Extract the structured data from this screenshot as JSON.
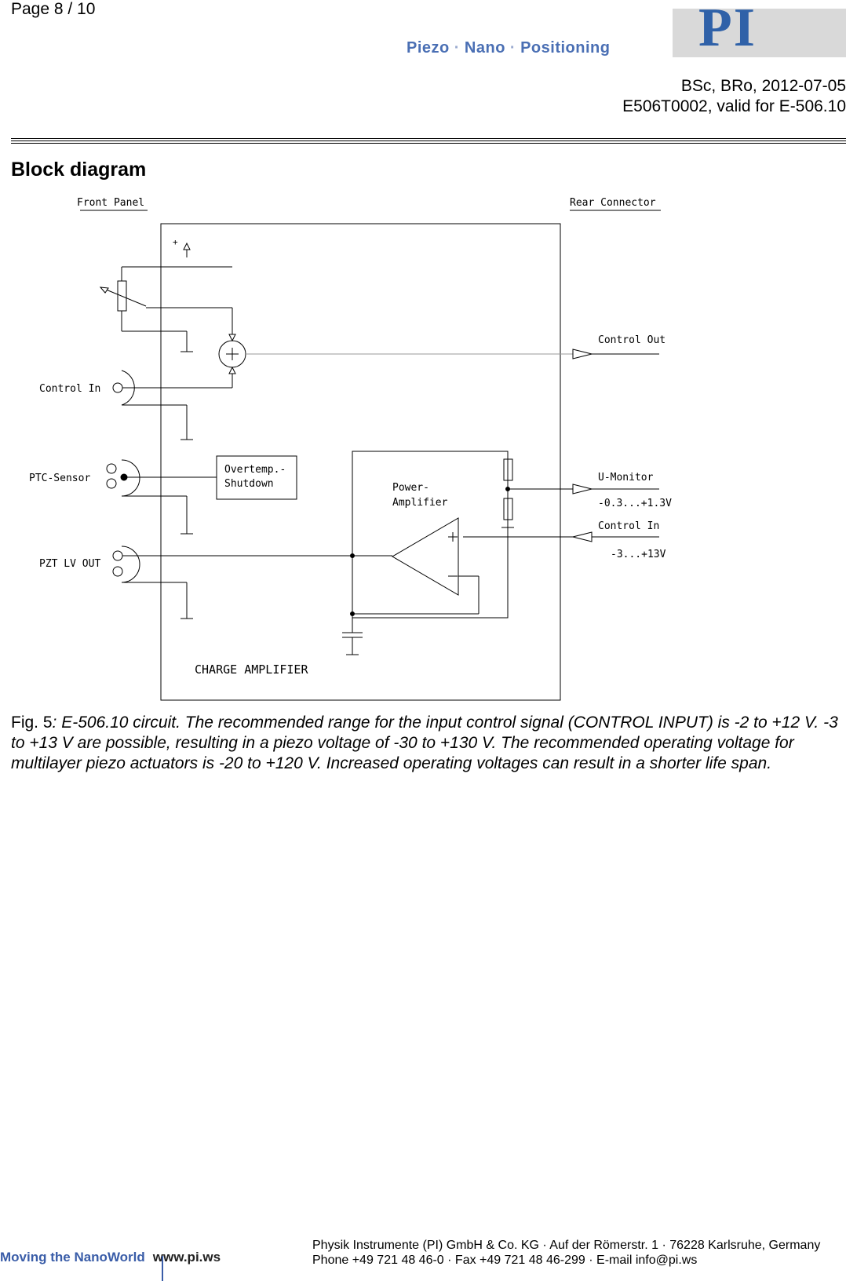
{
  "header": {
    "page_number": "Page 8 / 10",
    "logo_tagline": [
      "Piezo",
      "Nano",
      "Positioning"
    ],
    "logo_mark": "PI",
    "author_date": "BSc, BRo, 2012-07-05",
    "document_id": "E506T0002, valid for E-506.10"
  },
  "section": {
    "title": "Block diagram"
  },
  "diagram": {
    "front_panel": "Front Panel",
    "rear_connector": "Rear Connector",
    "control_out": "Control Out",
    "control_in_front": "Control In",
    "ptc_sensor": "PTC-Sensor",
    "overtemp_line1": "Overtemp.-",
    "overtemp_line2": "Shutdown",
    "power_line1": "Power-",
    "power_line2": "Amplifier",
    "u_monitor": "U-Monitor",
    "u_monitor_range": "-0.3...+1.3V",
    "control_in_rear": "Control In",
    "control_in_range": "-3...+13V",
    "pzt_lv_out": "PZT LV OUT",
    "charge_amplifier": "CHARGE AMPLIFIER",
    "plus_sign": "+"
  },
  "caption": {
    "label": "Fig. 5",
    "text": ": E-506.10 circuit. The recommended range for the input control signal (CONTROL INPUT) is -2 to +12 V. -3 to +13 V are possible, resulting in a piezo voltage of -30 to +130 V. The recommended operating voltage for multilayer piezo actuators is -20 to +120 V. Increased operating voltages can result in a shorter life span."
  },
  "footer": {
    "slogan": "Moving the NanoWorld",
    "url": "www.pi.ws",
    "address_line1": "Physik Instrumente (PI) GmbH & Co. KG · Auf der Römerstr. 1 · 76228 Karlsruhe, Germany",
    "address_line2": "Phone +49 721 48 46-0 · Fax +49 721 48 46-299 · E-mail info@pi.ws"
  }
}
